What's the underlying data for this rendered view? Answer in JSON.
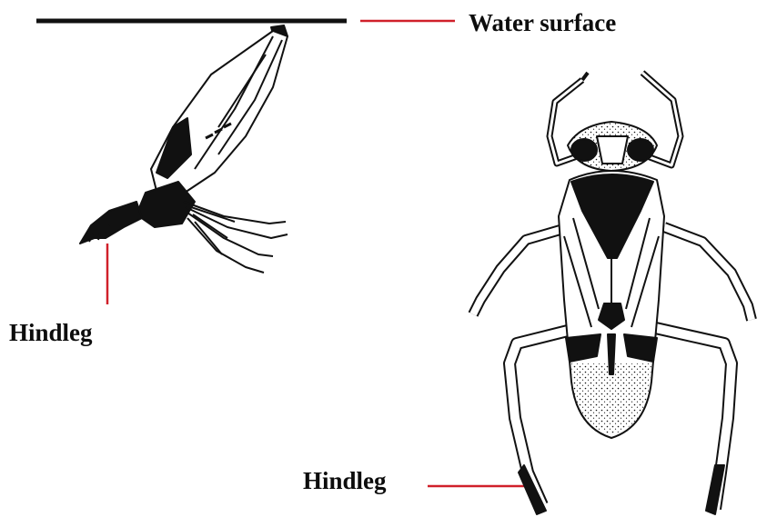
{
  "labels": {
    "water_surface": "Water surface",
    "hindleg_side": "Hindleg",
    "hindleg_top": "Hindleg"
  },
  "colors": {
    "leader_line": "#d0202a",
    "ink": "#111111",
    "background": "#ffffff"
  },
  "figures": {
    "side_view": "backswimmer hanging below water surface, side view",
    "top_view": "backswimmer, dorsal view"
  }
}
